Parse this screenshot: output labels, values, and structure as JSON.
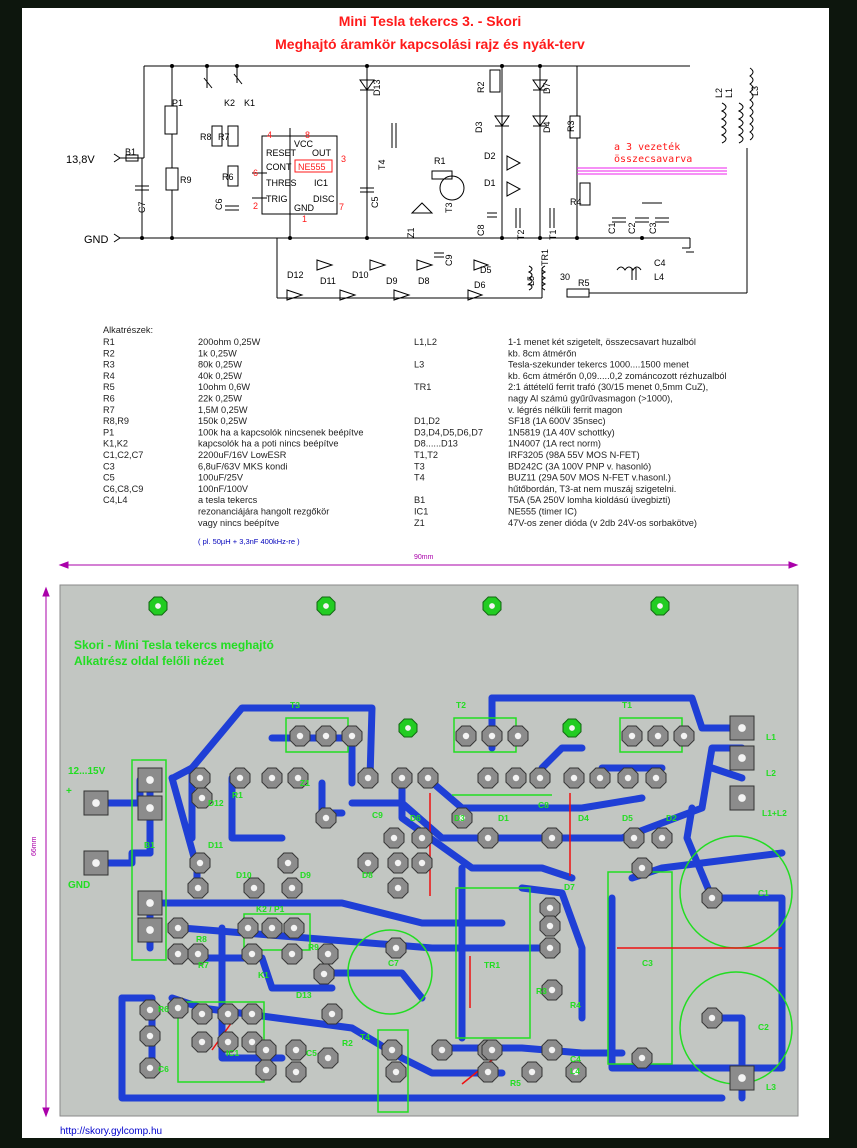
{
  "title": {
    "line1": "Mini Tesla tekercs 3. - Skori",
    "line2": "Meghajtó áramkör kapcsolási rajz és nyák-terv"
  },
  "schematic": {
    "supply_label": "13,8V",
    "gnd_label": "GND",
    "b1": "B1",
    "ic": {
      "name": "NE555",
      "ref": "IC1",
      "vcc": "VCC",
      "reset": "RESET",
      "out": "OUT",
      "cont": "CONT",
      "thres": "THRES",
      "disc": "DISC",
      "trig": "TRIG",
      "gnd": "GND",
      "pin4": "4",
      "pin8": "8",
      "pin3": "3",
      "pin6": "6",
      "pin2": "2",
      "pin7": "7",
      "pin1": "1"
    },
    "note_line1": "a 3 vezeték",
    "note_line2": "összecsavarva",
    "tr1_ratio": "30",
    "refs": [
      "P1",
      "R8",
      "R7",
      "K2",
      "K1",
      "R9",
      "R6",
      "C6",
      "C7",
      "D13",
      "C5",
      "T4",
      "R1",
      "T3",
      "Z1",
      "C8",
      "C9",
      "R2",
      "R3",
      "D7",
      "D3",
      "D4",
      "D2",
      "D1",
      "R4",
      "T2",
      "T1",
      "C1",
      "C2",
      "C3",
      "L2",
      "L1",
      "L3",
      "D12",
      "D11",
      "D10",
      "D9",
      "D8",
      "D5",
      "D6",
      "L5",
      "TR1",
      "R5",
      "C4",
      "L4"
    ]
  },
  "parts": {
    "heading": "Alkatrészek:",
    "left": [
      [
        "R1",
        "200ohm 0,25W"
      ],
      [
        "R2",
        "1k 0,25W"
      ],
      [
        "R3",
        "80k 0,25W"
      ],
      [
        "R4",
        "40k 0,25W"
      ],
      [
        "R5",
        "10ohm 0,6W"
      ],
      [
        "R6",
        "22k 0,25W"
      ],
      [
        "R7",
        "1,5M 0,25W"
      ],
      [
        "R8,R9",
        "150k 0,25W"
      ],
      [
        "P1",
        "100k ha a kapcsolók nincsenek beépítve"
      ],
      [
        "K1,K2",
        "kapcsolók ha a poti nincs beépítve"
      ],
      [
        "C1,C2,C7",
        "2200uF/16V LowESR"
      ],
      [
        "C3",
        "6,8uF/63V MKS kondi"
      ],
      [
        "C5",
        "100uF/25V"
      ],
      [
        "C6,C8,C9",
        "100nF/100V"
      ],
      [
        "C4,L4",
        "a tesla tekercs"
      ],
      [
        "",
        "rezonanciájára hangolt rezgőkör"
      ],
      [
        "",
        "vagy nincs beépítve"
      ]
    ],
    "left_note": "( pl. 50µH + 3,3nF 400kHz-re )",
    "right": [
      [
        "L1,L2",
        "1-1 menet két szigetelt, összecsavart huzalból"
      ],
      [
        "",
        "kb. 8cm átmérőn"
      ],
      [
        "L3",
        "Tesla-szekunder tekercs 1000....1500 menet"
      ],
      [
        "",
        "kb. 6cm átmérőn 0,09.....0,2 zománcozott rézhuzalból"
      ],
      [
        "TR1",
        "2:1 áttételű            ferrit trafó (30/15 menet 0,5mm  CuZ),"
      ],
      [
        "",
        "nagy Al számú gyűrűvasmagon (>1000),"
      ],
      [
        "",
        "v. légrés nélküli ferrit magon"
      ],
      [
        "D1,D2",
        "SF18 (1A 600V 35nsec)"
      ],
      [
        "D3,D4,D5,D6,D7",
        "1N5819 (1A 40V schottky)"
      ],
      [
        "D8......D13",
        "1N4007 (1A rect norm)"
      ],
      [
        "T1,T2",
        "IRF3205 (98A 55V MOS N-FET)"
      ],
      [
        "T3",
        "BD242C (3A 100V PNP v. hasonló)"
      ],
      [
        "T4",
        "BUZ11 (29A 50V MOS N-FET v.hasonl.)"
      ],
      [
        "",
        "hűtőbordán, T3-at nem muszáj szigetelni."
      ],
      [
        "B1",
        "T5A (5A 250V lomha kioldású üvegbizti)"
      ],
      [
        "IC1",
        "NE555  (timer IC)"
      ],
      [
        "Z1",
        "47V-os zener dióda (v 2db 24V-os sorbakötve)"
      ]
    ]
  },
  "pcb": {
    "width_label": "90mm",
    "height_label": "66mm",
    "title1": "Skori - Mini Tesla tekercs meghajtó",
    "title2": "Alkatrész oldal felőli nézet",
    "input_label": "12...15V",
    "plus": "+",
    "gnd": "GND",
    "url": "http://skory.gylcomp.hu",
    "labels": {
      "T3": "T3",
      "T2": "T2",
      "T1": "T1",
      "L1": "L1",
      "L2": "L2",
      "L1L2": "L1+L2",
      "L3": "L3",
      "D12": "D12",
      "R1": "R1",
      "Z1": "Z1",
      "D11": "D11",
      "D10": "D10",
      "D9": "D9",
      "D8": "D8",
      "C9": "C9",
      "D6": "D6",
      "D3": "D3",
      "D1": "D1",
      "C8": "C8",
      "D4": "D4",
      "D5": "D5",
      "D2": "D2",
      "D7": "D7",
      "B1": "B1",
      "K2P1": "K2 / P1",
      "R8": "R8",
      "R9": "R9",
      "R7": "R7",
      "K1": "K1",
      "C7": "C7",
      "TR1": "TR1",
      "R3": "R3",
      "R4": "R4",
      "C3": "C3",
      "C1": "C1",
      "C2": "C2",
      "R6": "R6",
      "D13": "D13",
      "IC1": "IC1",
      "C6": "C6",
      "C5": "C5",
      "R2": "R2",
      "T4": "T4",
      "R5": "R5",
      "C4": "C4",
      "L4": "L4"
    }
  },
  "colors": {
    "trace": "#1f3fd6",
    "pad": "#8c8c8c",
    "silk": "#22dd22",
    "board": "#c2c6c2",
    "title_red": "#ff1a1a",
    "jumper": "#ee1111"
  }
}
